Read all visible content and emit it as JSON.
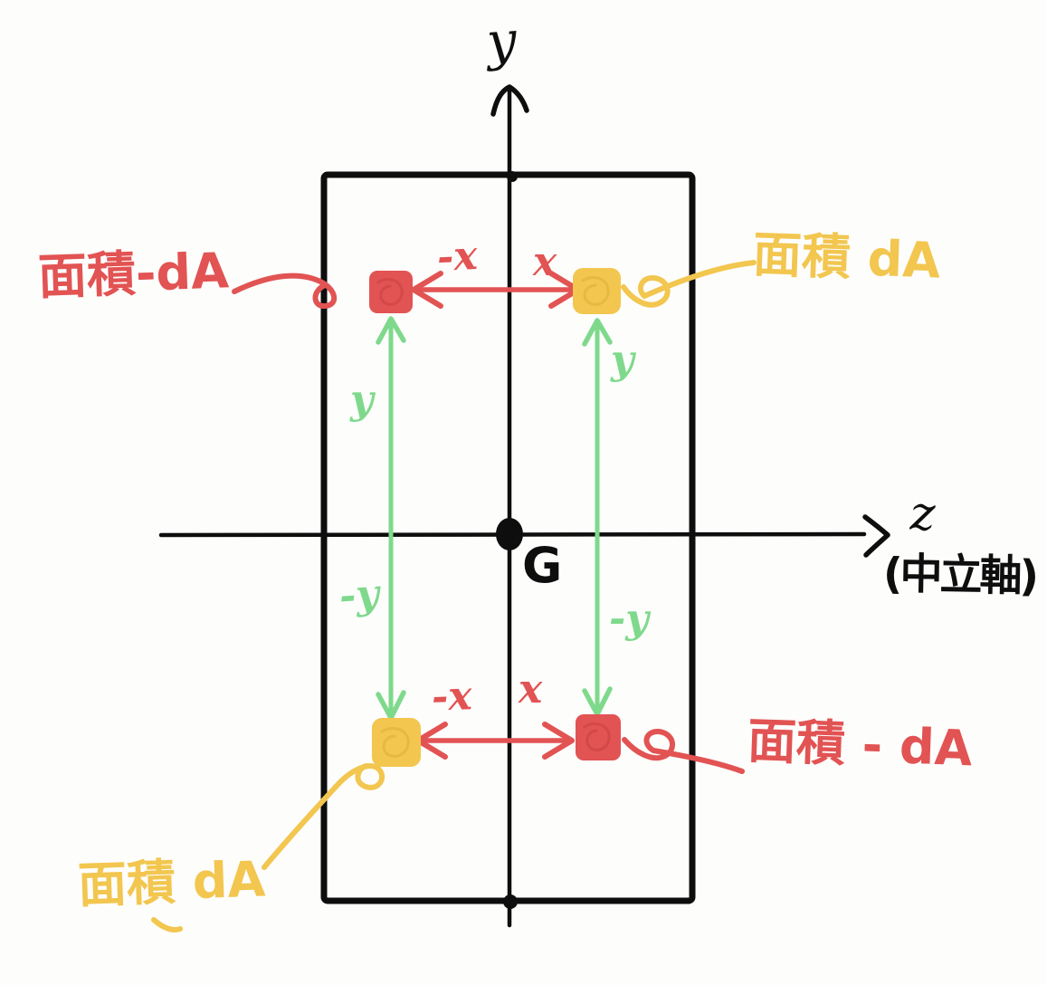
{
  "colors": {
    "red": "#e25353",
    "yellow": "#f2c64f",
    "green": "#7fd98c",
    "ink": "#0e0e0e",
    "bg": "#fdfdfc"
  },
  "axes": {
    "y_label": "y",
    "z_label": "z",
    "neutral_axis_label": "(中立軸)",
    "centroid_label": "G"
  },
  "dims": {
    "top_minus_x": "-x",
    "top_x": "x",
    "bottom_minus_x": "-x",
    "bottom_x": "x",
    "left_y": "y",
    "left_minus_y": "-y",
    "right_y": "y",
    "right_minus_y": "-y"
  },
  "areas": {
    "top_left": "面積-dA",
    "top_right": "面積 dA",
    "bottom_right": "面積 - dA",
    "bottom_left": "面積 dA"
  }
}
